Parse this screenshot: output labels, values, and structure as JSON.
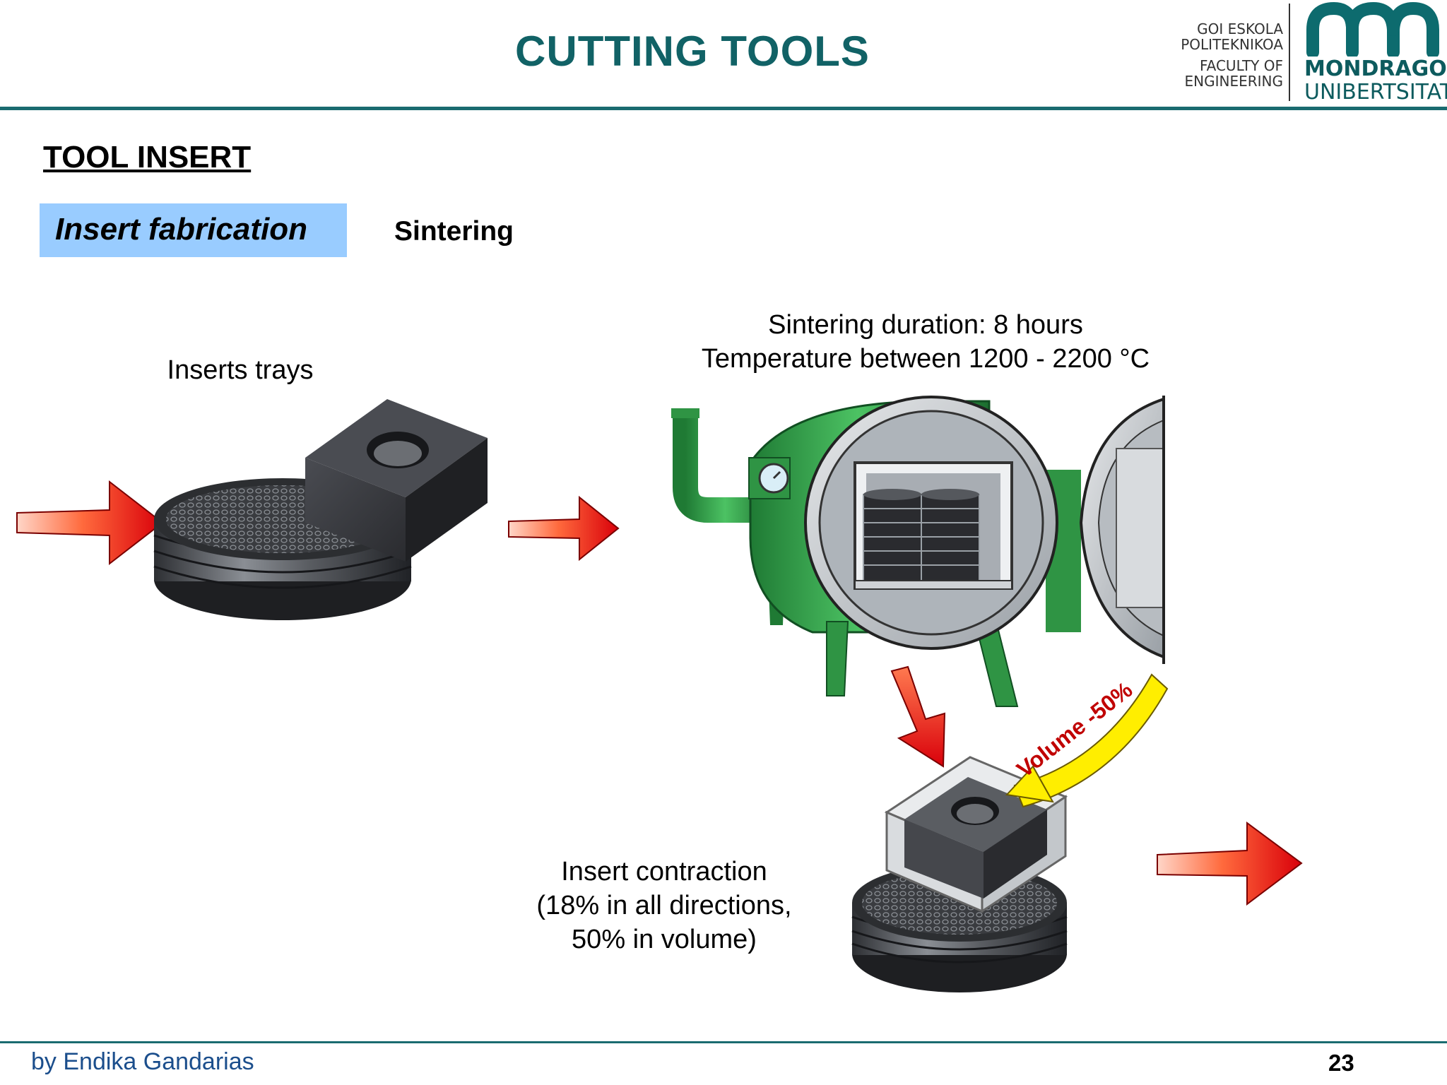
{
  "header": {
    "title": "CUTTING TOOLS",
    "logo_left_line1": "GOI ESKOLA",
    "logo_left_line2": "POLITEKNIKOA",
    "logo_left_line3": "FACULTY OF",
    "logo_left_line4": "ENGINEERING",
    "logo_name": "MONDRAGON",
    "logo_sub": "UNIBERTSITATEA",
    "brand_color": "#116266"
  },
  "slide": {
    "section_title": "TOOL INSERT",
    "pill_label": "Insert fabrication",
    "pill_color": "#99ccff",
    "step_label": "Sintering"
  },
  "captions": {
    "trays": "Inserts trays",
    "duration": "Sintering duration: 8 hours",
    "temperature": "Temperature between 1200 - 2200 °C",
    "contraction_1": "Insert contraction",
    "contraction_2": "(18% in all directions,",
    "contraction_3": "50% in volume)",
    "volume_badge": "Volume -50%"
  },
  "footer": {
    "author": "by Endika Gandarias",
    "page_number": "23"
  },
  "icons": [
    "flow-arrow-icon",
    "insert-tray-icon",
    "sintering-furnace-icon",
    "pressure-gauge-icon",
    "shrunk-insert-icon"
  ]
}
